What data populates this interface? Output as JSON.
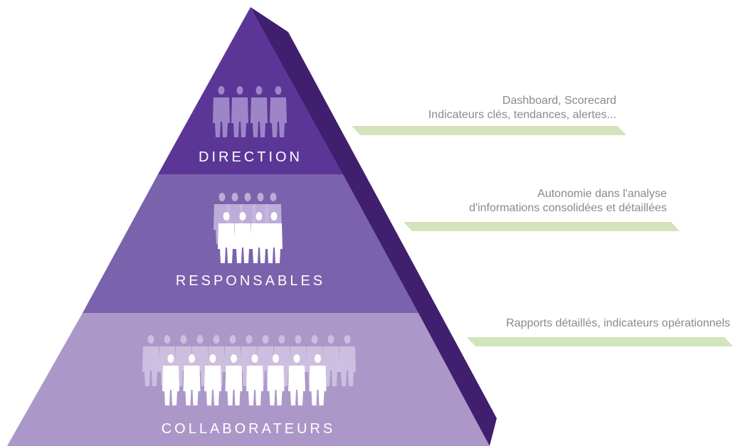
{
  "levels": [
    {
      "id": "top",
      "label": "DIRECTION",
      "color": "#5b3696",
      "people_color": "#9d86c8"
    },
    {
      "id": "middle",
      "label": "RESPONSABLES",
      "color": "#7a62ac",
      "people_color": "#ffffff"
    },
    {
      "id": "bottom",
      "label": "COLLABORATEURS",
      "color": "#ab98c8",
      "people_color": "#ffffff"
    }
  ],
  "side_color": "#3f1f6e",
  "annotations": {
    "direction": {
      "line1": "Dashboard, Scorecard",
      "line2": "Indicateurs clés, tendances, alertes..."
    },
    "responsables": {
      "line1": "Autonomie dans l'analyse",
      "line2": "d'informations consolidées et détaillées"
    },
    "collaborateurs": {
      "line1": "Rapports détaillés, indicateurs opérationnels"
    }
  },
  "band_color": "#d3e4bd"
}
